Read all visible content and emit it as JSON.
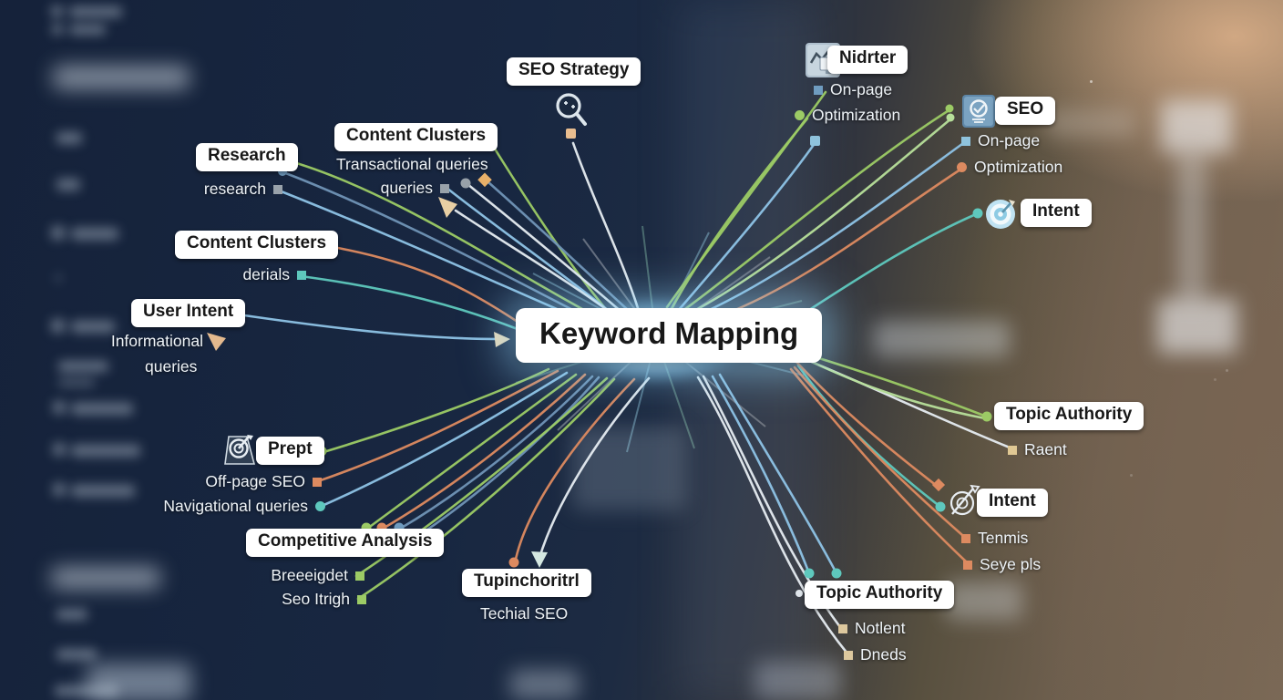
{
  "center": {
    "label": "Keyword Mapping"
  },
  "colors": {
    "green": "#9ccb65",
    "teal": "#5ec8bd",
    "light_blue": "#8ec3e6",
    "steel_blue": "#7094b6",
    "white_line": "#e6ecf1",
    "orange": "#dd8a60",
    "tan": "#ddc89e",
    "gray": "#99a2aa",
    "background_navy": "#182741",
    "background_brown": "#7b6a57"
  },
  "nodes": {
    "seo_strategy": {
      "label": "SEO Strategy",
      "icon": "magnifier-icon"
    },
    "nidrter": {
      "label": "Nidrter",
      "icon": "analytics-icon",
      "children": [
        {
          "text": "On-page"
        },
        {
          "text": "Optimization"
        }
      ]
    },
    "seo": {
      "label": "SEO",
      "icon": "seo-emblem-icon",
      "children": [
        {
          "text": "On-page"
        },
        {
          "text": "Optimization"
        }
      ]
    },
    "intent_top": {
      "label": "Intent",
      "icon": "bullseye-icon"
    },
    "research": {
      "label": "Research",
      "children": [
        {
          "text": "research"
        }
      ]
    },
    "content_clusters_top": {
      "label": "Content Clusters",
      "children": [
        {
          "text": "Transactional queries"
        },
        {
          "text": "queries"
        }
      ]
    },
    "content_clusters_left": {
      "label": "Content Clusters",
      "children": [
        {
          "text": "derials"
        }
      ]
    },
    "user_intent": {
      "label": "User Intent",
      "children": [
        {
          "text": "Informational"
        },
        {
          "text": "queries"
        }
      ]
    },
    "prept": {
      "label": "Prept",
      "icon": "dartboard-icon",
      "children": [
        {
          "text": "Off-page SEO"
        },
        {
          "text": "Navigational queries"
        }
      ]
    },
    "competitive_analysis": {
      "label": "Competitive Analysis",
      "children": [
        {
          "text": "Breeeigdet"
        },
        {
          "text": "Seo Itrigh"
        }
      ]
    },
    "tupinchoritrl": {
      "label": "Tupinchoritrl",
      "children": [
        {
          "text": "Techial SEO"
        }
      ]
    },
    "topic_authority_bottom": {
      "label": "Topic Authority",
      "children": [
        {
          "text": "Notlent"
        },
        {
          "text": "Dneds"
        }
      ]
    },
    "intent_right": {
      "label": "Intent",
      "icon": "dart-sketch-icon",
      "children": [
        {
          "text": "Tenmis"
        },
        {
          "text": "Seye pls"
        }
      ]
    },
    "topic_authority_right": {
      "label": "Topic Authority",
      "children": [
        {
          "text": "Raent"
        }
      ]
    }
  }
}
